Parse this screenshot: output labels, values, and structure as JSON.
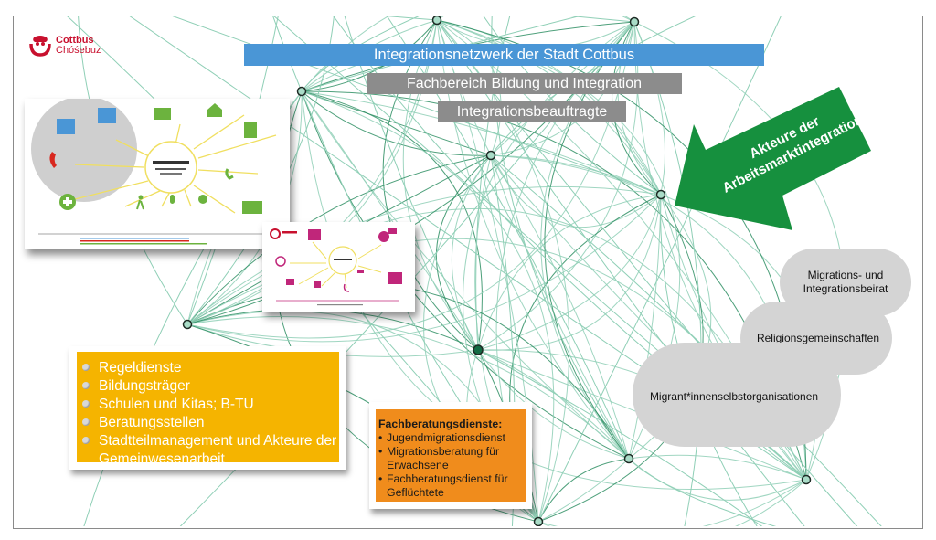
{
  "logo": {
    "icon": "cottbus-smile-logo-icon",
    "line1": "Cottbus",
    "line2": "Chóśebuz",
    "color": "#c8102e"
  },
  "header": {
    "title": "Integrationsnetzwerk der Stadt Cottbus",
    "subtitle": "Fachbereich Bildung und Integration",
    "level3": "Integrationsbeauftragte"
  },
  "arrow": {
    "line1": "Akteure der",
    "line2": "Arbeitsmarktintegration",
    "color": "#16903e"
  },
  "clouds": [
    {
      "line1": "Migrations- und",
      "line2": "Integrationsbeirat"
    },
    {
      "line1": "Religionsgemeinschaften"
    },
    {
      "line1": "Migrant*innenselbstorganisationen"
    }
  ],
  "yellow_box": {
    "color": "#f5b400",
    "items": [
      "Regeldienste",
      "Bildungsträger",
      "Schulen und Kitas; B-TU",
      "Beratungsstellen",
      "Stadtteilmanagement und Akteure der Gemeinwesenarbeit"
    ]
  },
  "orange_box": {
    "color": "#f08c1c",
    "heading": "Fachberatungsdienste:",
    "items": [
      "Jugendmigrationsdienst",
      "Migrationsberatung für Erwachsene",
      "Fachberatungsdienst für Geflüchtete"
    ]
  },
  "documents": [
    {
      "title": "Migrationssozialarbeit (MISA) Stand 2020",
      "accent": "#6cb33e"
    },
    {
      "title": "Integrationsnetzwerk",
      "accent": "#c0267a"
    }
  ],
  "network": {
    "line_color": "#2f8f64",
    "light_line_color": "#8fcfb6"
  }
}
